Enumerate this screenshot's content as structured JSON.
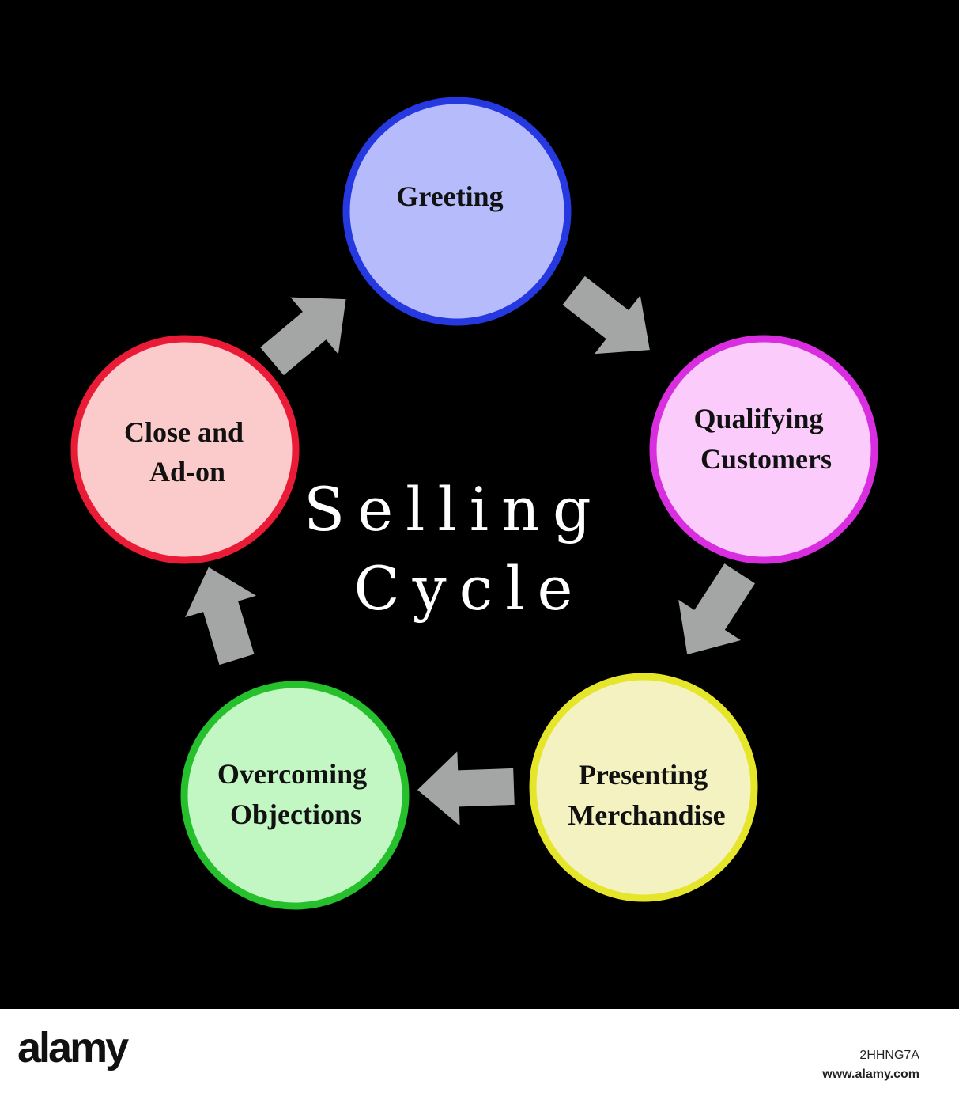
{
  "title": {
    "line1": "Selling",
    "line2": "Cycle",
    "color": "#ffffff"
  },
  "nodes": [
    {
      "id": "greeting",
      "lines": [
        "Greeting"
      ],
      "fill": "#b6bcfb",
      "stroke": "#2638e0"
    },
    {
      "id": "qualifying-customers",
      "lines": [
        "Qualifying",
        "Customers"
      ],
      "fill": "#facbfb",
      "stroke": "#d92ee0"
    },
    {
      "id": "presenting-merchandise",
      "lines": [
        "Presenting",
        "Merchandise"
      ],
      "fill": "#f3f2c0",
      "stroke": "#e5e52a"
    },
    {
      "id": "overcoming-objections",
      "lines": [
        "Overcoming",
        "Objections"
      ],
      "fill": "#c2f7c4",
      "stroke": "#25c02c"
    },
    {
      "id": "close-and-ad-on",
      "lines": [
        "Close and",
        "Ad-on"
      ],
      "fill": "#fbcaca",
      "stroke": "#ea1b37"
    }
  ],
  "arrow_color": "#a4a6a6",
  "background": "#000000",
  "footer": {
    "logo": "alamy",
    "image_id": "2HHNG7A",
    "url": "www.alamy.com"
  }
}
